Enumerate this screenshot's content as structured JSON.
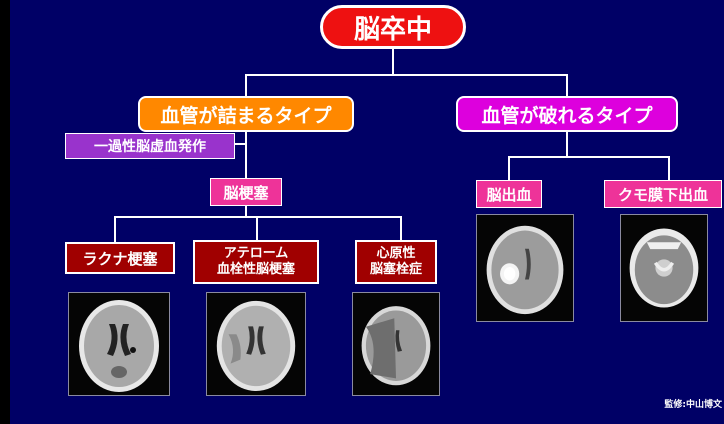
{
  "colors": {
    "background": "#000066",
    "root": "#ee1111",
    "occlusive": "#ff8800",
    "rupture": "#dd00dd",
    "tia": "#9933cc",
    "infarct": "#ee3399",
    "subtype": "#a00000",
    "hemorrhage": "#ee3399"
  },
  "root": {
    "label": "脳卒中"
  },
  "branches": {
    "occlusive": {
      "label": "血管が詰まるタイプ",
      "tia": "一過性脳虚血発作",
      "infarct": "脳梗塞",
      "types": [
        {
          "line1": "ラクナ梗塞",
          "line2": "",
          "image_icon": "ct-scan-lacunar"
        },
        {
          "line1": "アテローム",
          "line2": "血栓性脳梗塞",
          "image_icon": "ct-scan-atherothrombotic"
        },
        {
          "line1": "心原性",
          "line2": "脳塞栓症",
          "image_icon": "ct-scan-cardioembolic"
        }
      ]
    },
    "rupture": {
      "label": "血管が破れるタイプ",
      "types": [
        {
          "label": "脳出血",
          "image_icon": "ct-scan-hemorrhage"
        },
        {
          "label": "クモ膜下出血",
          "image_icon": "ct-scan-subarachnoid"
        }
      ]
    }
  },
  "credit": "監修:中山博文"
}
